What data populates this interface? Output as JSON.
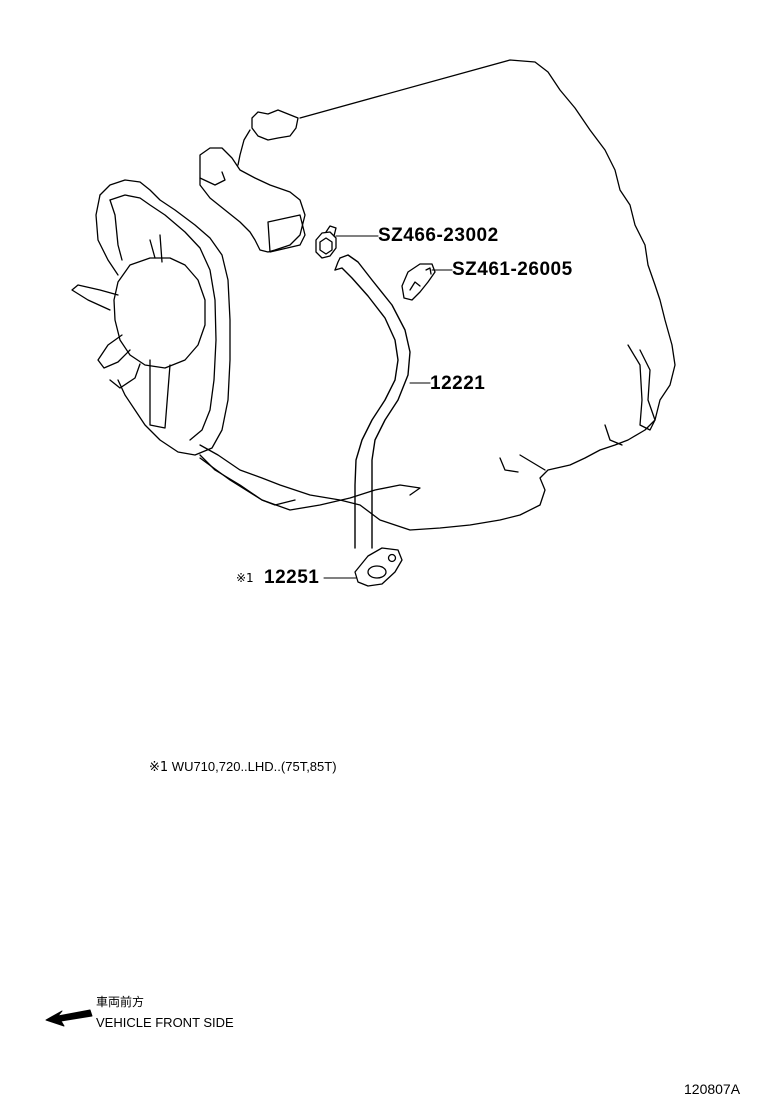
{
  "callouts": {
    "clamp_1": "SZ466-23002",
    "clamp_2": "SZ461-26005",
    "hose": "12221",
    "gasket": "12251",
    "gasket_mark": "※1"
  },
  "footnote": {
    "mark": "※1",
    "text": "WU710,720..LHD..(75T,85T)"
  },
  "front_indicator": {
    "japanese": "車両前方",
    "english": "VEHICLE FRONT SIDE"
  },
  "figure_id": "120807A"
}
